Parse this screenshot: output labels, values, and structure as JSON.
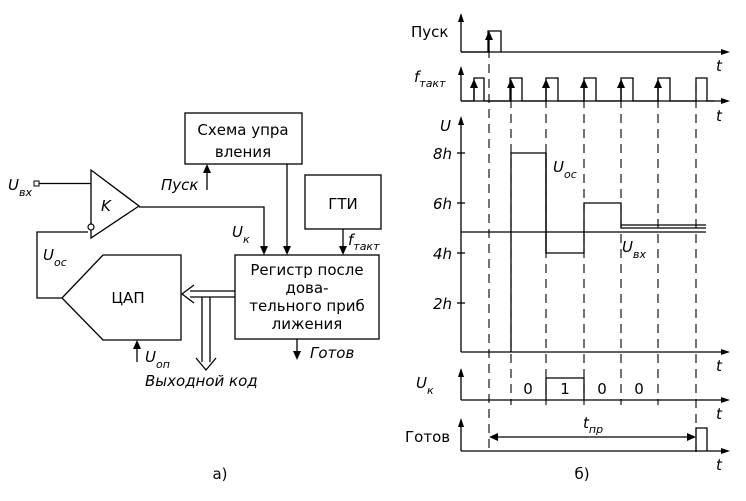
{
  "figure_a": {
    "caption": "а)",
    "control_block": {
      "line1": "Схема упра",
      "line2": "вления"
    },
    "generator_block": "ГТИ",
    "register_block": {
      "line1": "Регистр после",
      "line2": "дова-",
      "line3": "тельного приб",
      "line4": "лижения"
    },
    "dac_block": "ЦАП",
    "comparator_label": "K",
    "signals": {
      "u_in": "U",
      "u_in_sub": "вх",
      "u_fb": "U",
      "u_fb_sub": "ос",
      "u_k": "U",
      "u_k_sub": "к",
      "u_ref": "U",
      "u_ref_sub": "оп",
      "start": "Пуск",
      "f_clk": "f",
      "f_clk_sub": "такт",
      "ready": "Готов",
      "output_code": "Выходной код"
    }
  },
  "figure_b": {
    "caption": "б)",
    "start_label": "Пуск",
    "clk_label": "f",
    "clk_sub": "такт",
    "u_axis_label": "U",
    "y_ticks": [
      "8h",
      "6h",
      "4h",
      "2h"
    ],
    "u_fb_label": "U",
    "u_fb_sub": "ос",
    "u_in_label": "U",
    "u_in_sub": "вх",
    "uk_label": "U",
    "uk_sub": "к",
    "bits": [
      "0",
      "1",
      "0",
      "0"
    ],
    "ready_label": "Готов",
    "t_pr_label": "t",
    "t_pr_sub": "пр",
    "t_axis": "t"
  }
}
